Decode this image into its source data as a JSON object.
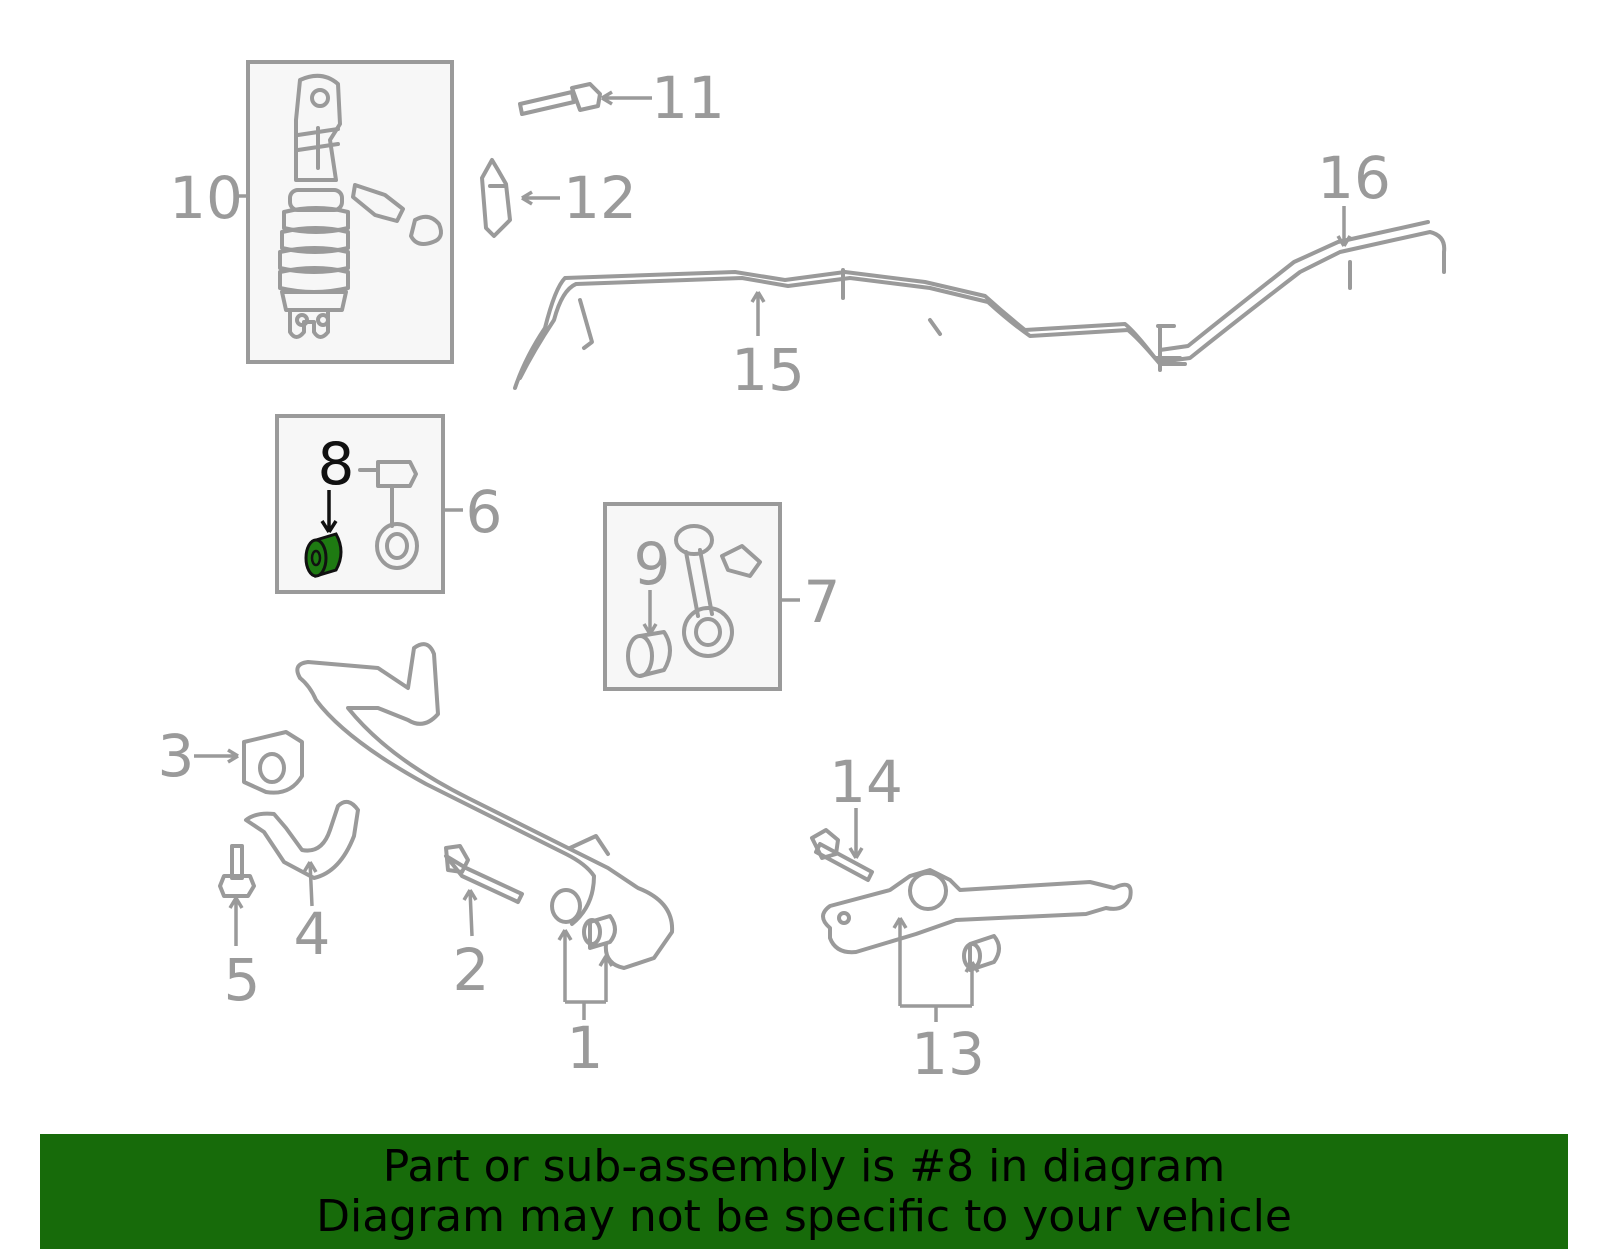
{
  "diagram": {
    "callouts": [
      {
        "id": "1",
        "label": "1"
      },
      {
        "id": "2",
        "label": "2"
      },
      {
        "id": "3",
        "label": "3"
      },
      {
        "id": "4",
        "label": "4"
      },
      {
        "id": "5",
        "label": "5"
      },
      {
        "id": "6",
        "label": "6"
      },
      {
        "id": "7",
        "label": "7"
      },
      {
        "id": "8",
        "label": "8"
      },
      {
        "id": "9",
        "label": "9"
      },
      {
        "id": "10",
        "label": "10"
      },
      {
        "id": "11",
        "label": "11"
      },
      {
        "id": "12",
        "label": "12"
      },
      {
        "id": "13",
        "label": "13"
      },
      {
        "id": "14",
        "label": "14"
      },
      {
        "id": "15",
        "label": "15"
      },
      {
        "id": "16",
        "label": "16"
      }
    ],
    "highlighted_part": "8",
    "colors": {
      "line_gray": "#9a9a9a",
      "highlight_green": "#1e7a12",
      "banner_green": "#176b0a",
      "active_text": "#111111"
    }
  },
  "banner": {
    "line1": "Part or sub-assembly is #8 in diagram",
    "line2": "Diagram may not be specific to your vehicle"
  }
}
